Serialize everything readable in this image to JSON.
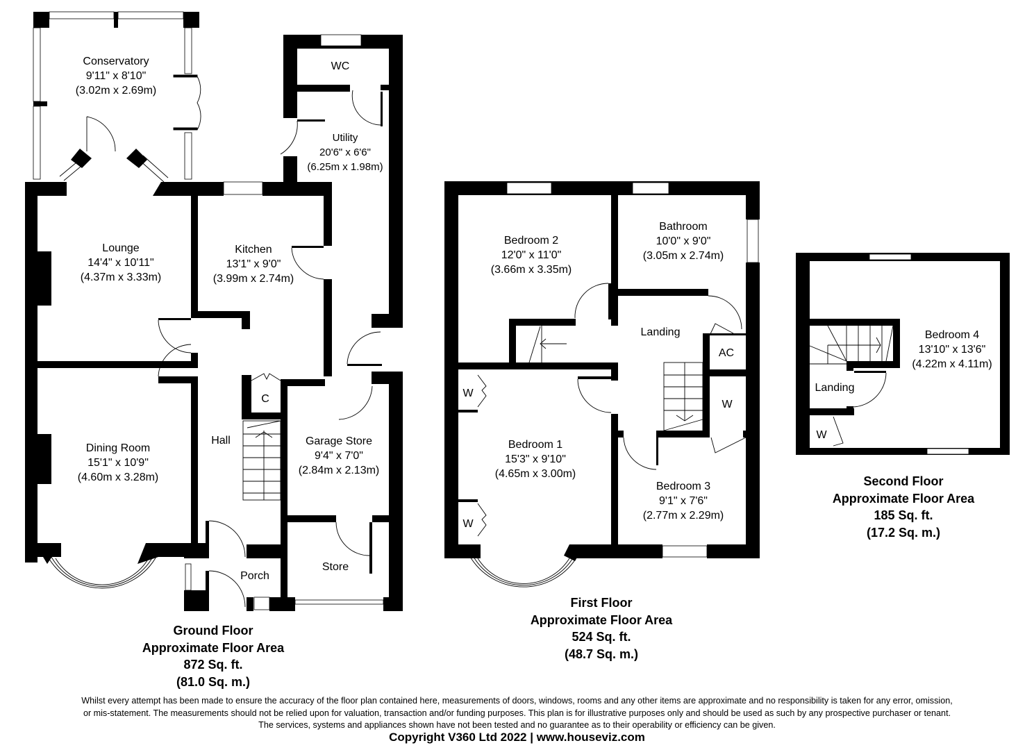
{
  "floors": [
    {
      "id": "ground",
      "title": "Ground Floor",
      "subtitle": "Approximate Floor Area",
      "area_sqft": "872 Sq. ft.",
      "area_sqm": "(81.0 Sq. m.)",
      "rooms": [
        {
          "name": "Conservatory",
          "imperial": "9'11\" x 8'10\"",
          "metric": "(3.02m x 2.69m)"
        },
        {
          "name": "WC"
        },
        {
          "name": "Utility",
          "imperial": "20'6\" x 6'6\"",
          "metric": "(6.25m x 1.98m)"
        },
        {
          "name": "Lounge",
          "imperial": "14'4\" x 10'11\"",
          "metric": "(4.37m x 3.33m)"
        },
        {
          "name": "Kitchen",
          "imperial": "13'1\" x 9'0\"",
          "metric": "(3.99m x 2.74m)"
        },
        {
          "name": "Dining Room",
          "imperial": "15'1\" x 10'9\"",
          "metric": "(4.60m x 3.28m)"
        },
        {
          "name": "Hall"
        },
        {
          "name": "C"
        },
        {
          "name": "Garage Store",
          "imperial": "9'4\" x 7'0\"",
          "metric": "(2.84m x 2.13m)"
        },
        {
          "name": "Store"
        },
        {
          "name": "Porch"
        }
      ]
    },
    {
      "id": "first",
      "title": "First Floor",
      "subtitle": "Approximate Floor Area",
      "area_sqft": "524 Sq. ft.",
      "area_sqm": "(48.7 Sq. m.)",
      "rooms": [
        {
          "name": "Bedroom 2",
          "imperial": "12'0\" x 11'0\"",
          "metric": "(3.66m x 3.35m)"
        },
        {
          "name": "Bathroom",
          "imperial": "10'0\" x 9'0\"",
          "metric": "(3.05m x 2.74m)"
        },
        {
          "name": "Landing"
        },
        {
          "name": "AC"
        },
        {
          "name": "W"
        },
        {
          "name": "Bedroom 1",
          "imperial": "15'3\" x 9'10\"",
          "metric": "(4.65m x 3.00m)"
        },
        {
          "name": "Bedroom 3",
          "imperial": "9'1\" x 7'6\"",
          "metric": "(2.77m x 2.29m)"
        },
        {
          "name": "W"
        },
        {
          "name": "W"
        }
      ]
    },
    {
      "id": "second",
      "title": "Second Floor",
      "subtitle": "Approximate Floor Area",
      "area_sqft": "185 Sq. ft.",
      "area_sqm": "(17.2 Sq. m.)",
      "rooms": [
        {
          "name": "Bedroom 4",
          "imperial": "13'10\" x 13'6\"",
          "metric": "(4.22m x 4.11m)"
        },
        {
          "name": "Landing"
        },
        {
          "name": "W"
        }
      ]
    }
  ],
  "footer": {
    "disclaimer_line1": "Whilst every attempt has been made to ensure the accuracy of the floor plan contained here, measurements of doors, windows, rooms and any other items are approximate and no responsibility is taken for any error, omission,",
    "disclaimer_line2": "or mis-statement. The measurements should not be relied upon for valuation, transaction and/or funding purposes. This plan is for illustrative purposes only and should be used as such by any prospective purchaser or tenant.",
    "disclaimer_line3": "The services, systems and appliances shown have not been tested and no guarantee as to their operability or efficiency can be given.",
    "copyright": "Copyright V360 Ltd 2022 | www.houseviz.com"
  },
  "colors": {
    "wall": "#000000",
    "background": "#ffffff",
    "window": "#ffffff"
  }
}
